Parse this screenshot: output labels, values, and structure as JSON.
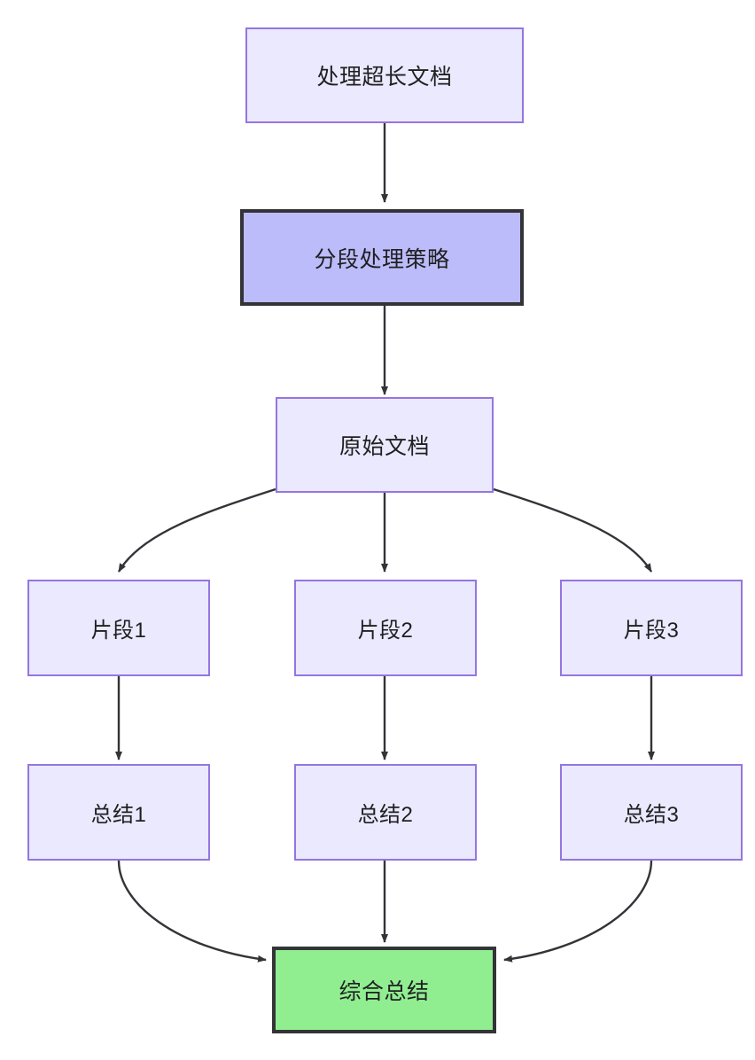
{
  "diagram": {
    "type": "flowchart",
    "direction": "top-down",
    "title_node": "处理超长文档",
    "background_color": "#ffffff",
    "palette": {
      "node_fill": "#ebe9fd",
      "node_border": "#9575e0",
      "highlight_fill": "#bcbcfa",
      "highlight_border": "#333338",
      "final_fill": "#90ee90",
      "final_border": "#333338",
      "edge_color": "#333338",
      "text_color": "#1f1f21"
    },
    "nodes": [
      {
        "id": "n_doc",
        "label": "处理超长文档",
        "style": "normal"
      },
      {
        "id": "n_strategy",
        "label": "分段处理策略",
        "style": "highlight"
      },
      {
        "id": "n_source",
        "label": "原始文档",
        "style": "normal"
      },
      {
        "id": "n_frag1",
        "label": "片段1",
        "style": "normal"
      },
      {
        "id": "n_frag2",
        "label": "片段2",
        "style": "normal"
      },
      {
        "id": "n_frag3",
        "label": "片段3",
        "style": "normal"
      },
      {
        "id": "n_sum1",
        "label": "总结1",
        "style": "normal"
      },
      {
        "id": "n_sum2",
        "label": "总结2",
        "style": "normal"
      },
      {
        "id": "n_sum3",
        "label": "总结3",
        "style": "normal"
      },
      {
        "id": "n_final",
        "label": "综合总结",
        "style": "final"
      }
    ],
    "edges": [
      {
        "from": "n_doc",
        "to": "n_strategy",
        "shape": "straight"
      },
      {
        "from": "n_strategy",
        "to": "n_source",
        "shape": "straight"
      },
      {
        "from": "n_source",
        "to": "n_frag1",
        "shape": "curved"
      },
      {
        "from": "n_source",
        "to": "n_frag2",
        "shape": "straight"
      },
      {
        "from": "n_source",
        "to": "n_frag3",
        "shape": "curved"
      },
      {
        "from": "n_frag1",
        "to": "n_sum1",
        "shape": "straight"
      },
      {
        "from": "n_frag2",
        "to": "n_sum2",
        "shape": "straight"
      },
      {
        "from": "n_frag3",
        "to": "n_sum3",
        "shape": "straight"
      },
      {
        "from": "n_sum1",
        "to": "n_final",
        "shape": "curved"
      },
      {
        "from": "n_sum2",
        "to": "n_final",
        "shape": "straight"
      },
      {
        "from": "n_sum3",
        "to": "n_final",
        "shape": "curved"
      }
    ]
  }
}
